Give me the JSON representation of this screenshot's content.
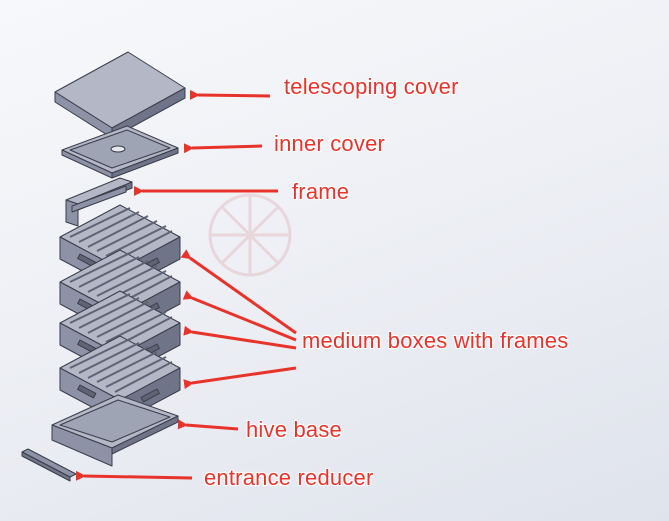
{
  "diagram": {
    "labels": {
      "telescoping_cover": "telescoping cover",
      "inner_cover": "inner cover",
      "frame": "frame",
      "medium_boxes": "medium boxes with frames",
      "hive_base": "hive base",
      "entrance_reducer": "entrance reducer"
    }
  },
  "colors": {
    "label_text": "#e8332b",
    "arrow": "#e8332b",
    "part_top": "#b4b8c6",
    "part_front": "#8d92a6",
    "part_side": "#6f7488",
    "part_outline": "#3a3d4a"
  }
}
